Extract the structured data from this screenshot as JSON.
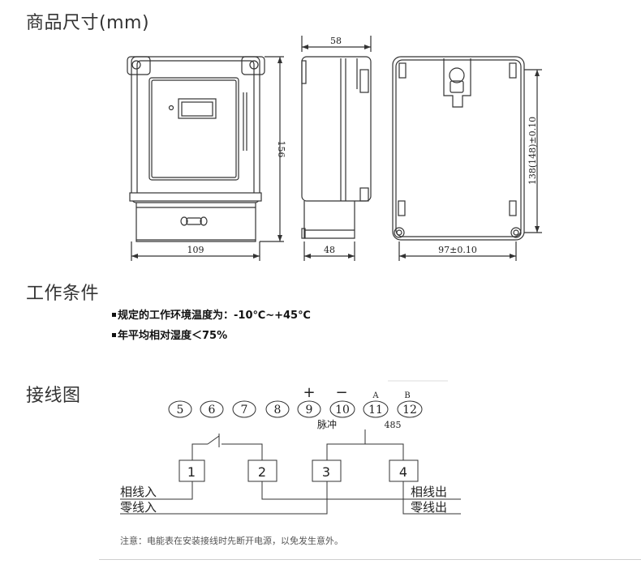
{
  "sections": {
    "dimensions_title": "商品尺寸(mm)",
    "conditions_title": "工作条件",
    "wiring_title": "接线图"
  },
  "dimensions": {
    "front_width": "109",
    "height": "156",
    "side_top": "58",
    "side_bottom": "48",
    "back_height": "138(148)±0.10",
    "back_width": "97±0.10"
  },
  "conditions": [
    "规定的工作环境温度为：-10℃~+45℃",
    "年平均相对湿度＜75%"
  ],
  "wiring": {
    "terminals": [
      "5",
      "6",
      "7",
      "8",
      "9",
      "10",
      "11",
      "12"
    ],
    "plus": "+",
    "minus": "−",
    "a_label": "A",
    "b_label": "B",
    "pulse": "脉冲",
    "rs485": "485",
    "blocks": [
      "1",
      "2",
      "3",
      "4"
    ],
    "phase_in": "相线入",
    "neutral_in": "零线入",
    "phase_out": "相线出",
    "neutral_out": "零线出"
  },
  "note": "注意：电能表在安装接线时先断开电源，以免发生意外。"
}
